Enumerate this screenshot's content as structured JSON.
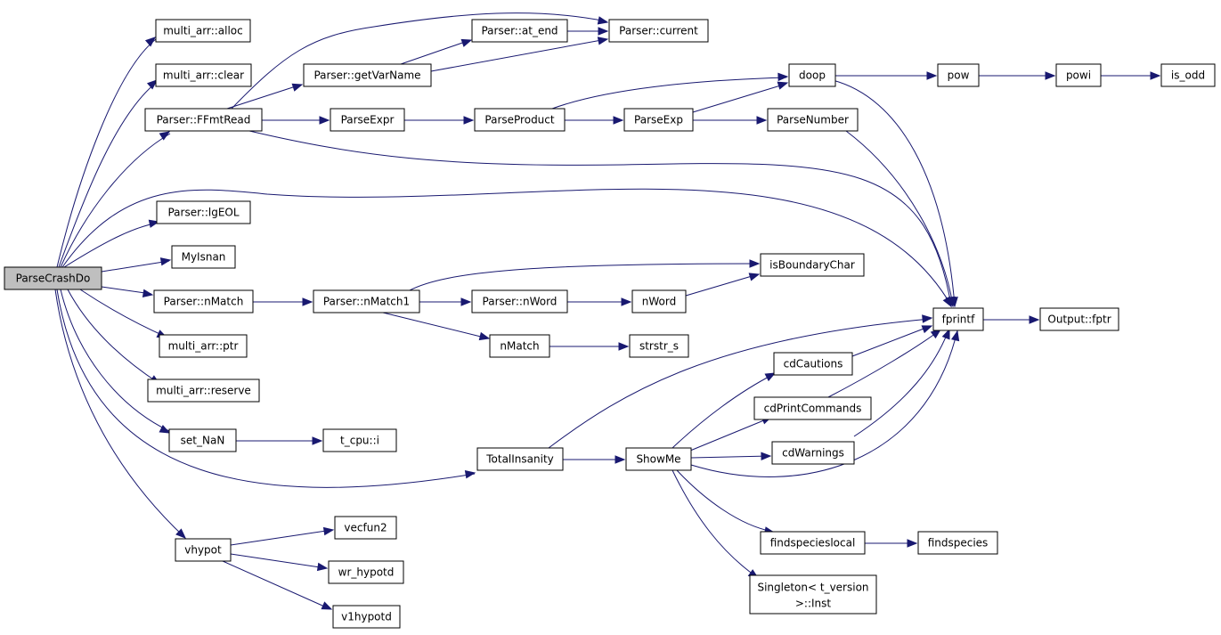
{
  "graph": {
    "root": "ParseCrashDo",
    "nodes": {
      "parsecrashdo": "ParseCrashDo",
      "alloc": "multi_arr::alloc",
      "clear": "multi_arr::clear",
      "ffmtread": "Parser::FFmtRead",
      "lgeol": "Parser::lgEOL",
      "myisnan": "MyIsnan",
      "nmatch_p": "Parser::nMatch",
      "ptr": "multi_arr::ptr",
      "reserve": "multi_arr::reserve",
      "setnan": "set_NaN",
      "vhypot": "vhypot",
      "getvarname": "Parser::getVarName",
      "atend": "Parser::at_end",
      "current": "Parser::current",
      "parseexpr": "ParseExpr",
      "parseproduct": "ParseProduct",
      "parseexp": "ParseExp",
      "doop": "doop",
      "pow": "pow",
      "powi": "powi",
      "isodd": "is_odd",
      "parsenumber": "ParseNumber",
      "isboundary": "isBoundaryChar",
      "nmatch1": "Parser::nMatch1",
      "nword_p": "Parser::nWord",
      "nword": "nWord",
      "nmatch": "nMatch",
      "strstr": "strstr_s",
      "fprintf": "fprintf",
      "fptr": "Output::fptr",
      "tcpu": "t_cpu::i",
      "totalinsanity": "TotalInsanity",
      "showme": "ShowMe",
      "cdcautions": "cdCautions",
      "cdprint": "cdPrintCommands",
      "cdwarnings": "cdWarnings",
      "findlocal": "findspecieslocal",
      "findspecies": "findspecies",
      "singleton_l1": "Singleton< t_version",
      "singleton_l2": ">::Inst",
      "vecfun2": "vecfun2",
      "wrhypotd": "wr_hypotd",
      "v1hypotd": "v1hypotd"
    },
    "edges": [
      [
        "ParseCrashDo",
        "multi_arr::alloc"
      ],
      [
        "ParseCrashDo",
        "multi_arr::clear"
      ],
      [
        "ParseCrashDo",
        "Parser::FFmtRead"
      ],
      [
        "ParseCrashDo",
        "Parser::lgEOL"
      ],
      [
        "ParseCrashDo",
        "MyIsnan"
      ],
      [
        "ParseCrashDo",
        "Parser::nMatch"
      ],
      [
        "ParseCrashDo",
        "multi_arr::ptr"
      ],
      [
        "ParseCrashDo",
        "multi_arr::reserve"
      ],
      [
        "ParseCrashDo",
        "set_NaN"
      ],
      [
        "ParseCrashDo",
        "vhypot"
      ],
      [
        "ParseCrashDo",
        "fprintf"
      ],
      [
        "ParseCrashDo",
        "TotalInsanity"
      ],
      [
        "Parser::FFmtRead",
        "Parser::getVarName"
      ],
      [
        "Parser::FFmtRead",
        "Parser::current"
      ],
      [
        "Parser::FFmtRead",
        "ParseExpr"
      ],
      [
        "Parser::FFmtRead",
        "fprintf"
      ],
      [
        "Parser::getVarName",
        "Parser::at_end"
      ],
      [
        "Parser::getVarName",
        "Parser::current"
      ],
      [
        "Parser::at_end",
        "Parser::current"
      ],
      [
        "ParseExpr",
        "ParseProduct"
      ],
      [
        "ParseProduct",
        "doop"
      ],
      [
        "ParseProduct",
        "ParseExp"
      ],
      [
        "ParseExp",
        "doop"
      ],
      [
        "ParseExp",
        "ParseNumber"
      ],
      [
        "doop",
        "pow"
      ],
      [
        "doop",
        "fprintf"
      ],
      [
        "pow",
        "powi"
      ],
      [
        "powi",
        "is_odd"
      ],
      [
        "ParseNumber",
        "fprintf"
      ],
      [
        "Parser::nMatch",
        "Parser::nMatch1"
      ],
      [
        "Parser::nMatch1",
        "isBoundaryChar"
      ],
      [
        "Parser::nMatch1",
        "Parser::nWord"
      ],
      [
        "Parser::nMatch1",
        "nMatch"
      ],
      [
        "Parser::nWord",
        "nWord"
      ],
      [
        "nWord",
        "isBoundaryChar"
      ],
      [
        "nMatch",
        "strstr_s"
      ],
      [
        "fprintf",
        "Output::fptr"
      ],
      [
        "set_NaN",
        "t_cpu::i"
      ],
      [
        "TotalInsanity",
        "fprintf"
      ],
      [
        "TotalInsanity",
        "ShowMe"
      ],
      [
        "ShowMe",
        "cdCautions"
      ],
      [
        "ShowMe",
        "cdPrintCommands"
      ],
      [
        "ShowMe",
        "cdWarnings"
      ],
      [
        "ShowMe",
        "fprintf"
      ],
      [
        "ShowMe",
        "findspecieslocal"
      ],
      [
        "ShowMe",
        "Singleton< t_version >::Inst"
      ],
      [
        "cdCautions",
        "fprintf"
      ],
      [
        "cdPrintCommands",
        "fprintf"
      ],
      [
        "cdWarnings",
        "fprintf"
      ],
      [
        "findspecieslocal",
        "findspecies"
      ],
      [
        "vhypot",
        "vecfun2"
      ],
      [
        "vhypot",
        "wr_hypotd"
      ],
      [
        "vhypot",
        "v1hypotd"
      ]
    ]
  },
  "colors": {
    "edge": "#191970",
    "root_fill": "#bfbfbf",
    "node_fill": "#ffffff",
    "node_border": "#000000"
  }
}
